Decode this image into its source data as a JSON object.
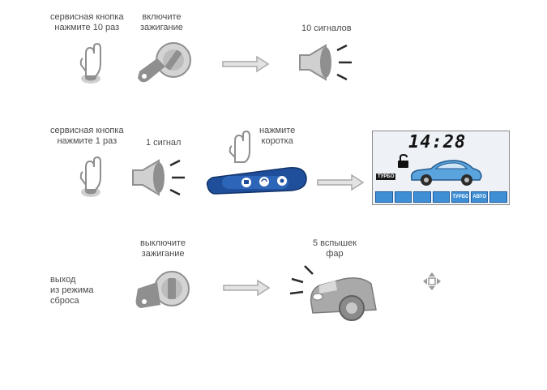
{
  "row1": {
    "service_button_label": "сервисная кнопка\nнажмите 10 раз",
    "ignition_on_label": "включите\nзажигание",
    "signals_label": "10 сигналов"
  },
  "row2": {
    "service_button_label": "сервисная кнопка\nнажмите 1 раз",
    "signal_label": "1 сигнал",
    "press_short_label": "нажмите\nкоротка",
    "display": {
      "time": "14:28",
      "turbo_badge": "ТУРБО",
      "status_cells": [
        "",
        "",
        "",
        "",
        "ТУРБО",
        "АВТО",
        ""
      ]
    }
  },
  "row3": {
    "exit_label": "выход\nиз режима\nсброса",
    "ignition_off_label": "выключите\nзажигание",
    "flashes_label": "5 вспышек\nфар"
  },
  "colors": {
    "icon_gray": "#8f8f8f",
    "arrow_gray": "#a9a9a9",
    "remote_blue": "#1f4f9a",
    "lcd_cell_blue": "#3f8fd6",
    "car_blue": "#5aa3dd"
  }
}
